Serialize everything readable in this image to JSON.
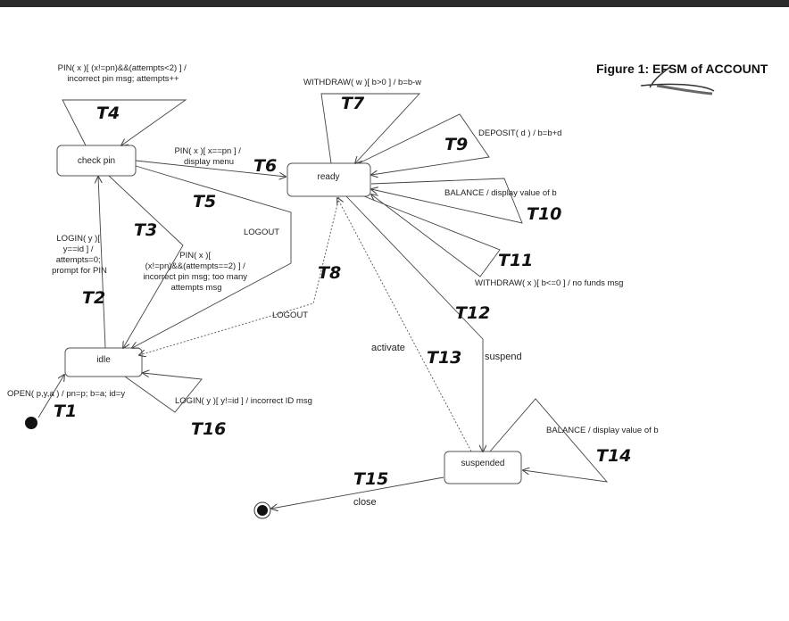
{
  "title": "Figure 1: EFSM of ACCOUNT",
  "states": {
    "check_pin": "check pin",
    "ready": "ready",
    "idle": "idle",
    "suspended": "suspended"
  },
  "labels": {
    "t1": [
      "OPEN( p,y,a ) / pn=p; b=a; id=y"
    ],
    "t2": [
      "LOGIN( y )[",
      "y==id ] /",
      "attempts=0;",
      "prompt for PIN"
    ],
    "t3": [
      "PIN( x )[",
      "(x!=pn)&&(attempts==2) ] /",
      "incorrect pin msg; too many",
      "attempts msg"
    ],
    "t4": [
      "PIN( x )[ (x!=pn)&&(attempts<2) ] /",
      "incorrect pin msg; attempts++"
    ],
    "t5": [
      "LOGOUT"
    ],
    "t6": [
      "PIN( x )[ x==pn ] /",
      "display menu"
    ],
    "t7": [
      "WITHDRAW( w )[ b>0 ] / b=b-w"
    ],
    "t8": [
      "LOGOUT"
    ],
    "t9": [
      "DEPOSIT( d ) / b=b+d"
    ],
    "t10": [
      "BALANCE / display value of b"
    ],
    "t11": [
      "WITHDRAW( x )[ b<=0 ] / no funds msg"
    ],
    "t12": [
      "suspend"
    ],
    "t13": [
      "activate"
    ],
    "t14": [
      "BALANCE / display value of b"
    ],
    "t15": [
      "close"
    ],
    "t16": [
      "LOGIN( y )[ y!=id ] / incorrect ID msg"
    ]
  },
  "handwritten": {
    "t1": "T1",
    "t2": "T2",
    "t3": "T3",
    "t4": "T4",
    "t5": "T5",
    "t6": "T6",
    "t7": "T7",
    "t8": "T8",
    "t9": "T9",
    "t10": "T10",
    "t11": "T11",
    "t12": "T12",
    "t13": "T13",
    "t14": "T14",
    "t15": "T15",
    "t16": "T16"
  }
}
